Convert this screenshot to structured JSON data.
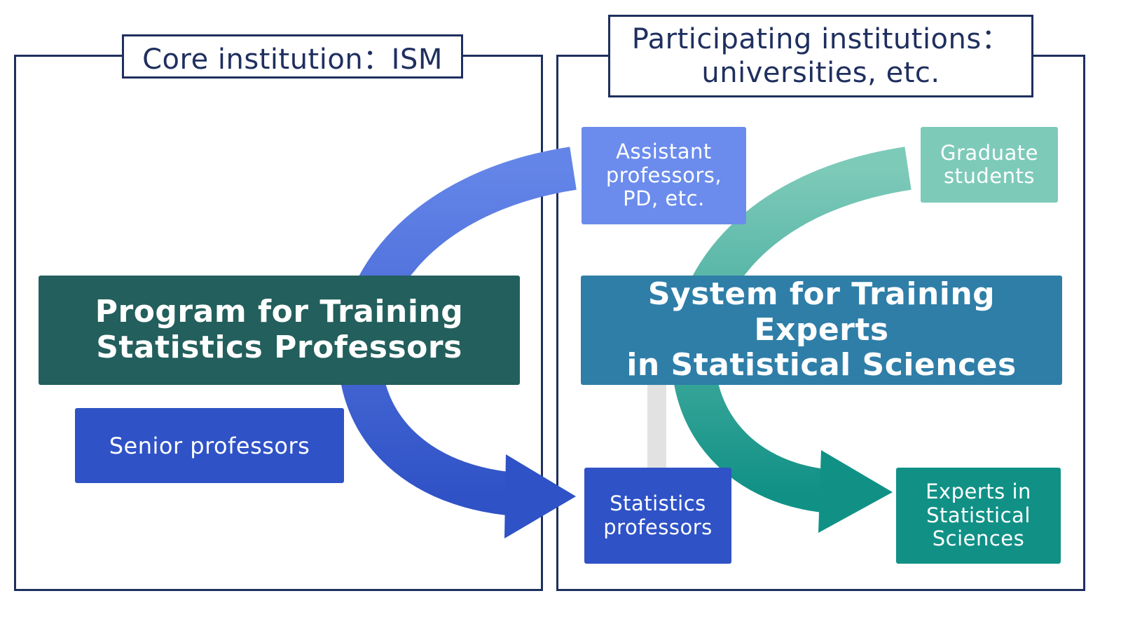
{
  "left_panel": {
    "label": "Core institution：ISM"
  },
  "right_panel": {
    "label": "Participating institutions：\nuniversities, etc."
  },
  "boxes": {
    "program": "Program for Training\nStatistics Professors",
    "senior": "Senior professors",
    "system": "System for Training Experts\nin Statistical Sciences",
    "assistant": "Assistant\nprofessors,\nPD, etc.",
    "graduate": "Graduate\nstudents",
    "stat_prof": "Statistics\nprofessors",
    "experts": "Experts in\nStatistical\nSciences"
  },
  "colors": {
    "frame": "#1f2f5e",
    "program": "#235f5c",
    "senior": "#2f52c6",
    "system": "#2e7ea8",
    "assistant": "#6b8cec",
    "graduate": "#7ecab9",
    "stat_prof": "#2f52c6",
    "experts": "#119186",
    "connector": "#e2e2e2"
  }
}
